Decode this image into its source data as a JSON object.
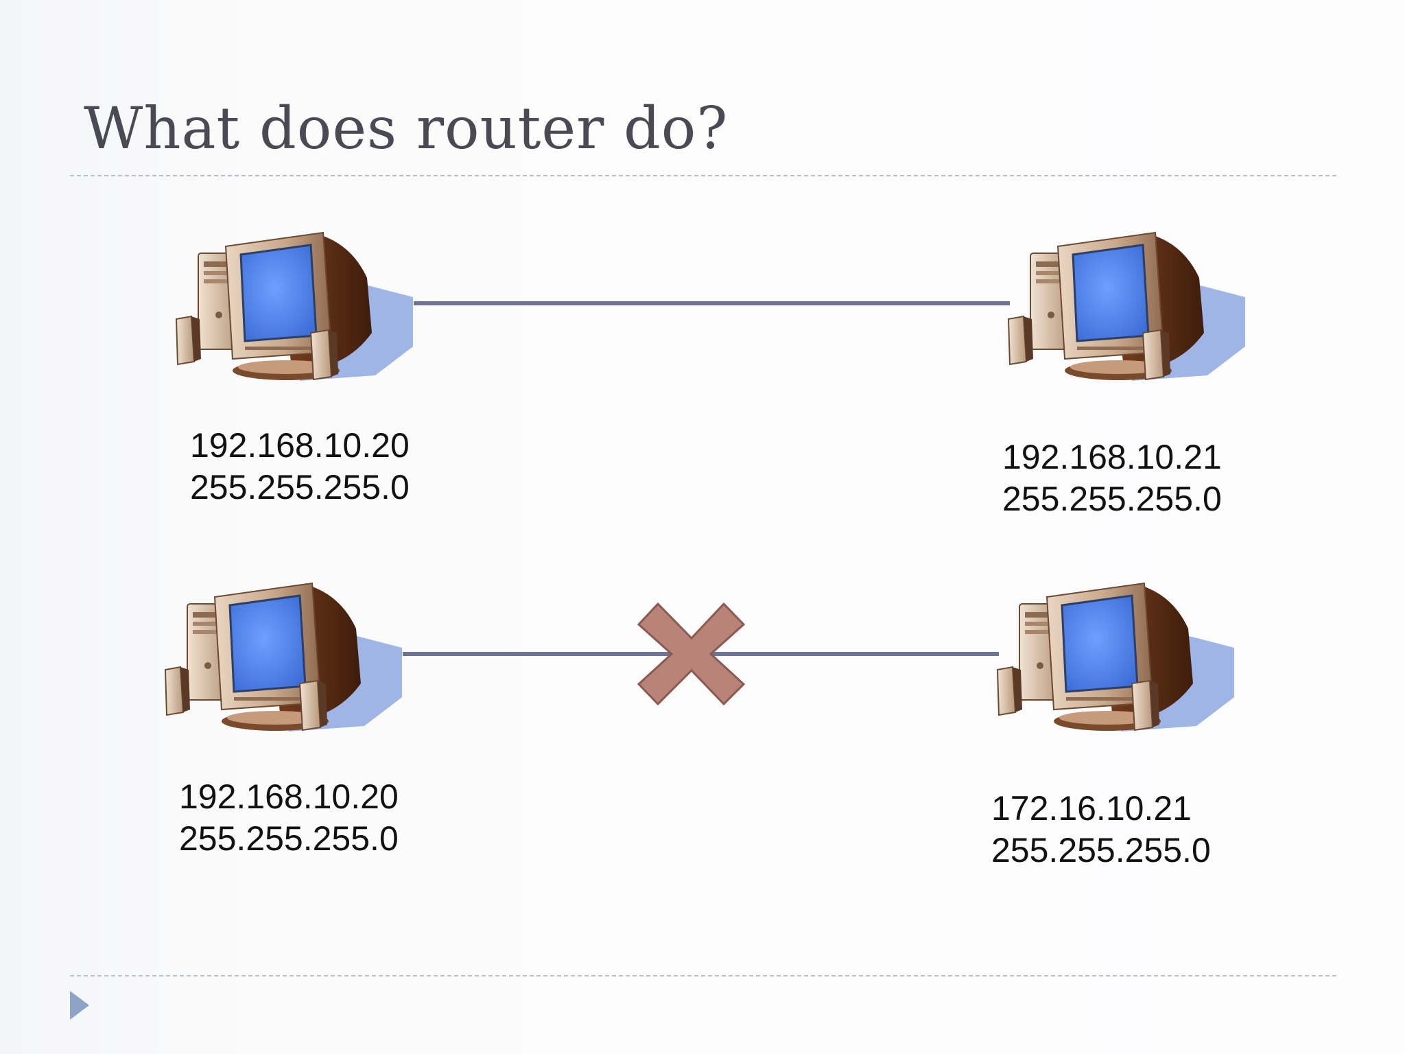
{
  "slide": {
    "title": "What does router do?"
  },
  "diagram": {
    "top_row": {
      "left_host": {
        "ip": "192.168.10.20",
        "mask": "255.255.255.0"
      },
      "right_host": {
        "ip": "192.168.10.21",
        "mask": "255.255.255.0"
      },
      "link_blocked": false
    },
    "bottom_row": {
      "left_host": {
        "ip": "192.168.10.20",
        "mask": "255.255.255.0"
      },
      "right_host": {
        "ip": "172.16.10.21",
        "mask": "255.255.255.0"
      },
      "link_blocked": true
    }
  },
  "colors": {
    "link_line": "#6e7494",
    "blocked_mark": "#b8847a",
    "blocked_mark_outline": "#8a5a50",
    "screen": "#4f86ef",
    "monitor_body": "#c9a98c",
    "monitor_shadow": "#98b0e2"
  },
  "icons": {
    "host": "desktop-computer-icon",
    "blocked": "x-mark-icon"
  }
}
